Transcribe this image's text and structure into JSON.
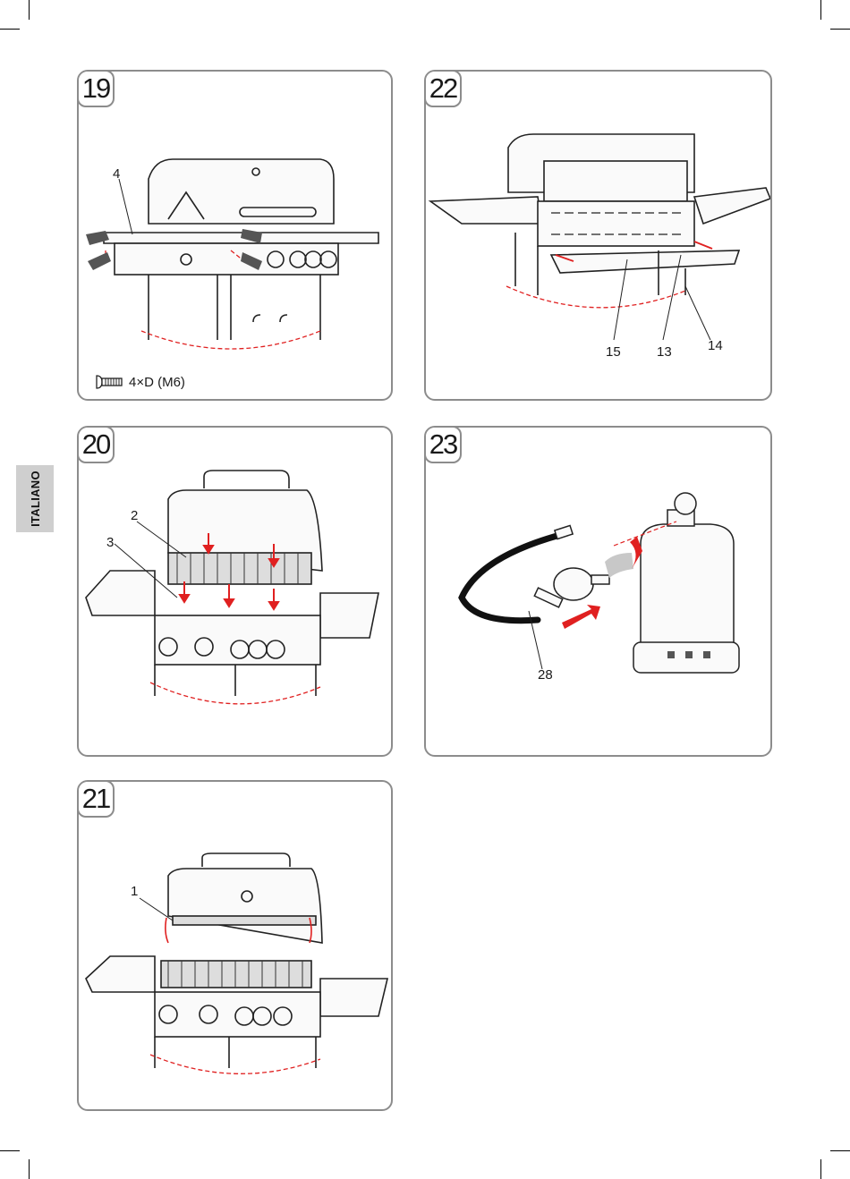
{
  "language_tab": "ITALIANO",
  "steps": [
    {
      "number": "19",
      "callouts": [
        "4"
      ],
      "hardware_label": "4×D (M6)"
    },
    {
      "number": "22",
      "callouts": [
        "15",
        "13",
        "14"
      ]
    },
    {
      "number": "20",
      "callouts": [
        "2",
        "3"
      ]
    },
    {
      "number": "23",
      "callouts": [
        "28"
      ]
    },
    {
      "number": "21",
      "callouts": [
        "1"
      ]
    }
  ],
  "colors": {
    "panel_border": "#8c8c8c",
    "accent_red": "#e02020",
    "tab_gray": "#cfcfcf"
  },
  "icons": [
    "grill-illustration",
    "bolt-icon",
    "gas-cylinder-illustration",
    "arrow-icon"
  ]
}
